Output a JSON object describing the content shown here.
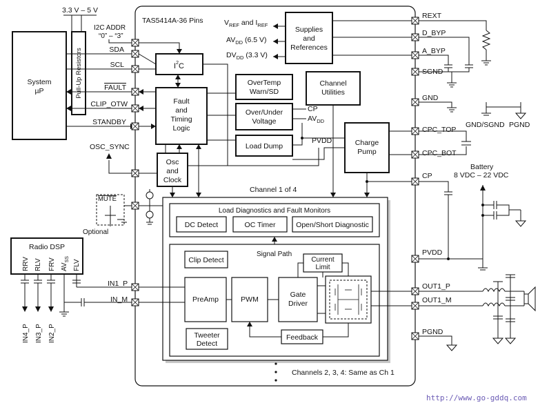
{
  "chip": {
    "pins_title": "TAS5414A-36 Pins",
    "channel_title": "Channel 1 of 4",
    "other_channels": "Channels 2, 3, 4: Same as Ch 1"
  },
  "system": {
    "supply": "3.3 V – 5 V",
    "i2c_addr_line1": "I2C ADDR",
    "i2c_addr_line2": "“0” – “3”",
    "pullup": "Pull-Up Resistors",
    "up_line1": "System",
    "up_line2": "µP",
    "osc_sync": "OSC_SYNC",
    "mute": "MUTE",
    "optional": "Optional"
  },
  "left_pins": {
    "sda": "SDA",
    "scl": "SCL",
    "fault": "FAULT",
    "clip_otw": "CLIP_OTW",
    "standby": "STANDBY",
    "in1_p": "IN1_P",
    "in_m": "IN_M"
  },
  "blocks": {
    "i2c": "I",
    "i2c_sup": "2",
    "i2c_c": "C",
    "fault_l1": "Fault",
    "fault_l2": "and",
    "fault_l3": "Timing",
    "fault_l4": "Logic",
    "osc_l1": "Osc",
    "osc_l2": "and",
    "osc_l3": "Clock",
    "overtemp_l1": "OverTemp",
    "overtemp_l2": "Warn/SD",
    "overunder_l1": "Over/Under",
    "overunder_l2": "Voltage",
    "load_dump": "Load Dump",
    "chan_util_l1": "Channel",
    "chan_util_l2": "Utilities",
    "supplies_l1": "Supplies",
    "supplies_l2": "and",
    "supplies_l3": "References",
    "charge_l1": "Charge",
    "charge_l2": "Pump",
    "ov_cp": "CP",
    "ov_avdd": "AV",
    "ov_avdd_sub": "DD",
    "pvdd": "PVDD"
  },
  "supplies_labels": {
    "vref_iref": [
      "V",
      "REF",
      " and I",
      "REF"
    ],
    "avdd": [
      "AV",
      "DD",
      " (6.5 V)"
    ],
    "dvdd": [
      "DV",
      "DD",
      " (3.3 V)"
    ]
  },
  "right_pins": {
    "rext": "REXT",
    "d_byp": "D_BYP",
    "a_byp": "A_BYP",
    "sgnd": "SGND",
    "gnd": "GND",
    "cpc_top": "CPC_TOP",
    "cpc_bot": "CPC_BOT",
    "cp": "CP",
    "pvdd": "PVDD",
    "out1_p": "OUT1_P",
    "out1_m": "OUT1_M",
    "pgnd": "PGND"
  },
  "external": {
    "gnd_sgnd": "GND/SGND",
    "pgnd": "PGND",
    "battery_l1": "Battery",
    "battery_l2": "8 VDC – 22 VDC"
  },
  "channel": {
    "diag_title": "Load Diagnostics and Fault Monitors",
    "dc_detect": "DC Detect",
    "oc_timer": "OC Timer",
    "open_short": "Open/Short Diagnostic",
    "signal_path": "Signal Path",
    "clip_detect": "Clip Detect",
    "current_l1": "Current",
    "current_l2": "Limit",
    "preamp": "PreAmp",
    "pwm": "PWM",
    "gate_l1": "Gate",
    "gate_l2": "Driver",
    "feedback": "Feedback",
    "tweeter_l1": "Tweeter",
    "tweeter_l2": "Detect"
  },
  "dsp": {
    "title": "Radio DSP",
    "pins": [
      "RRV",
      "RLV",
      "FRV",
      "AV",
      "FLV"
    ],
    "avss_sub": "SS",
    "inputs": [
      "IN4_P",
      "IN3_P",
      "IN2_P"
    ]
  },
  "watermark": "http://www.go-gddq.com"
}
